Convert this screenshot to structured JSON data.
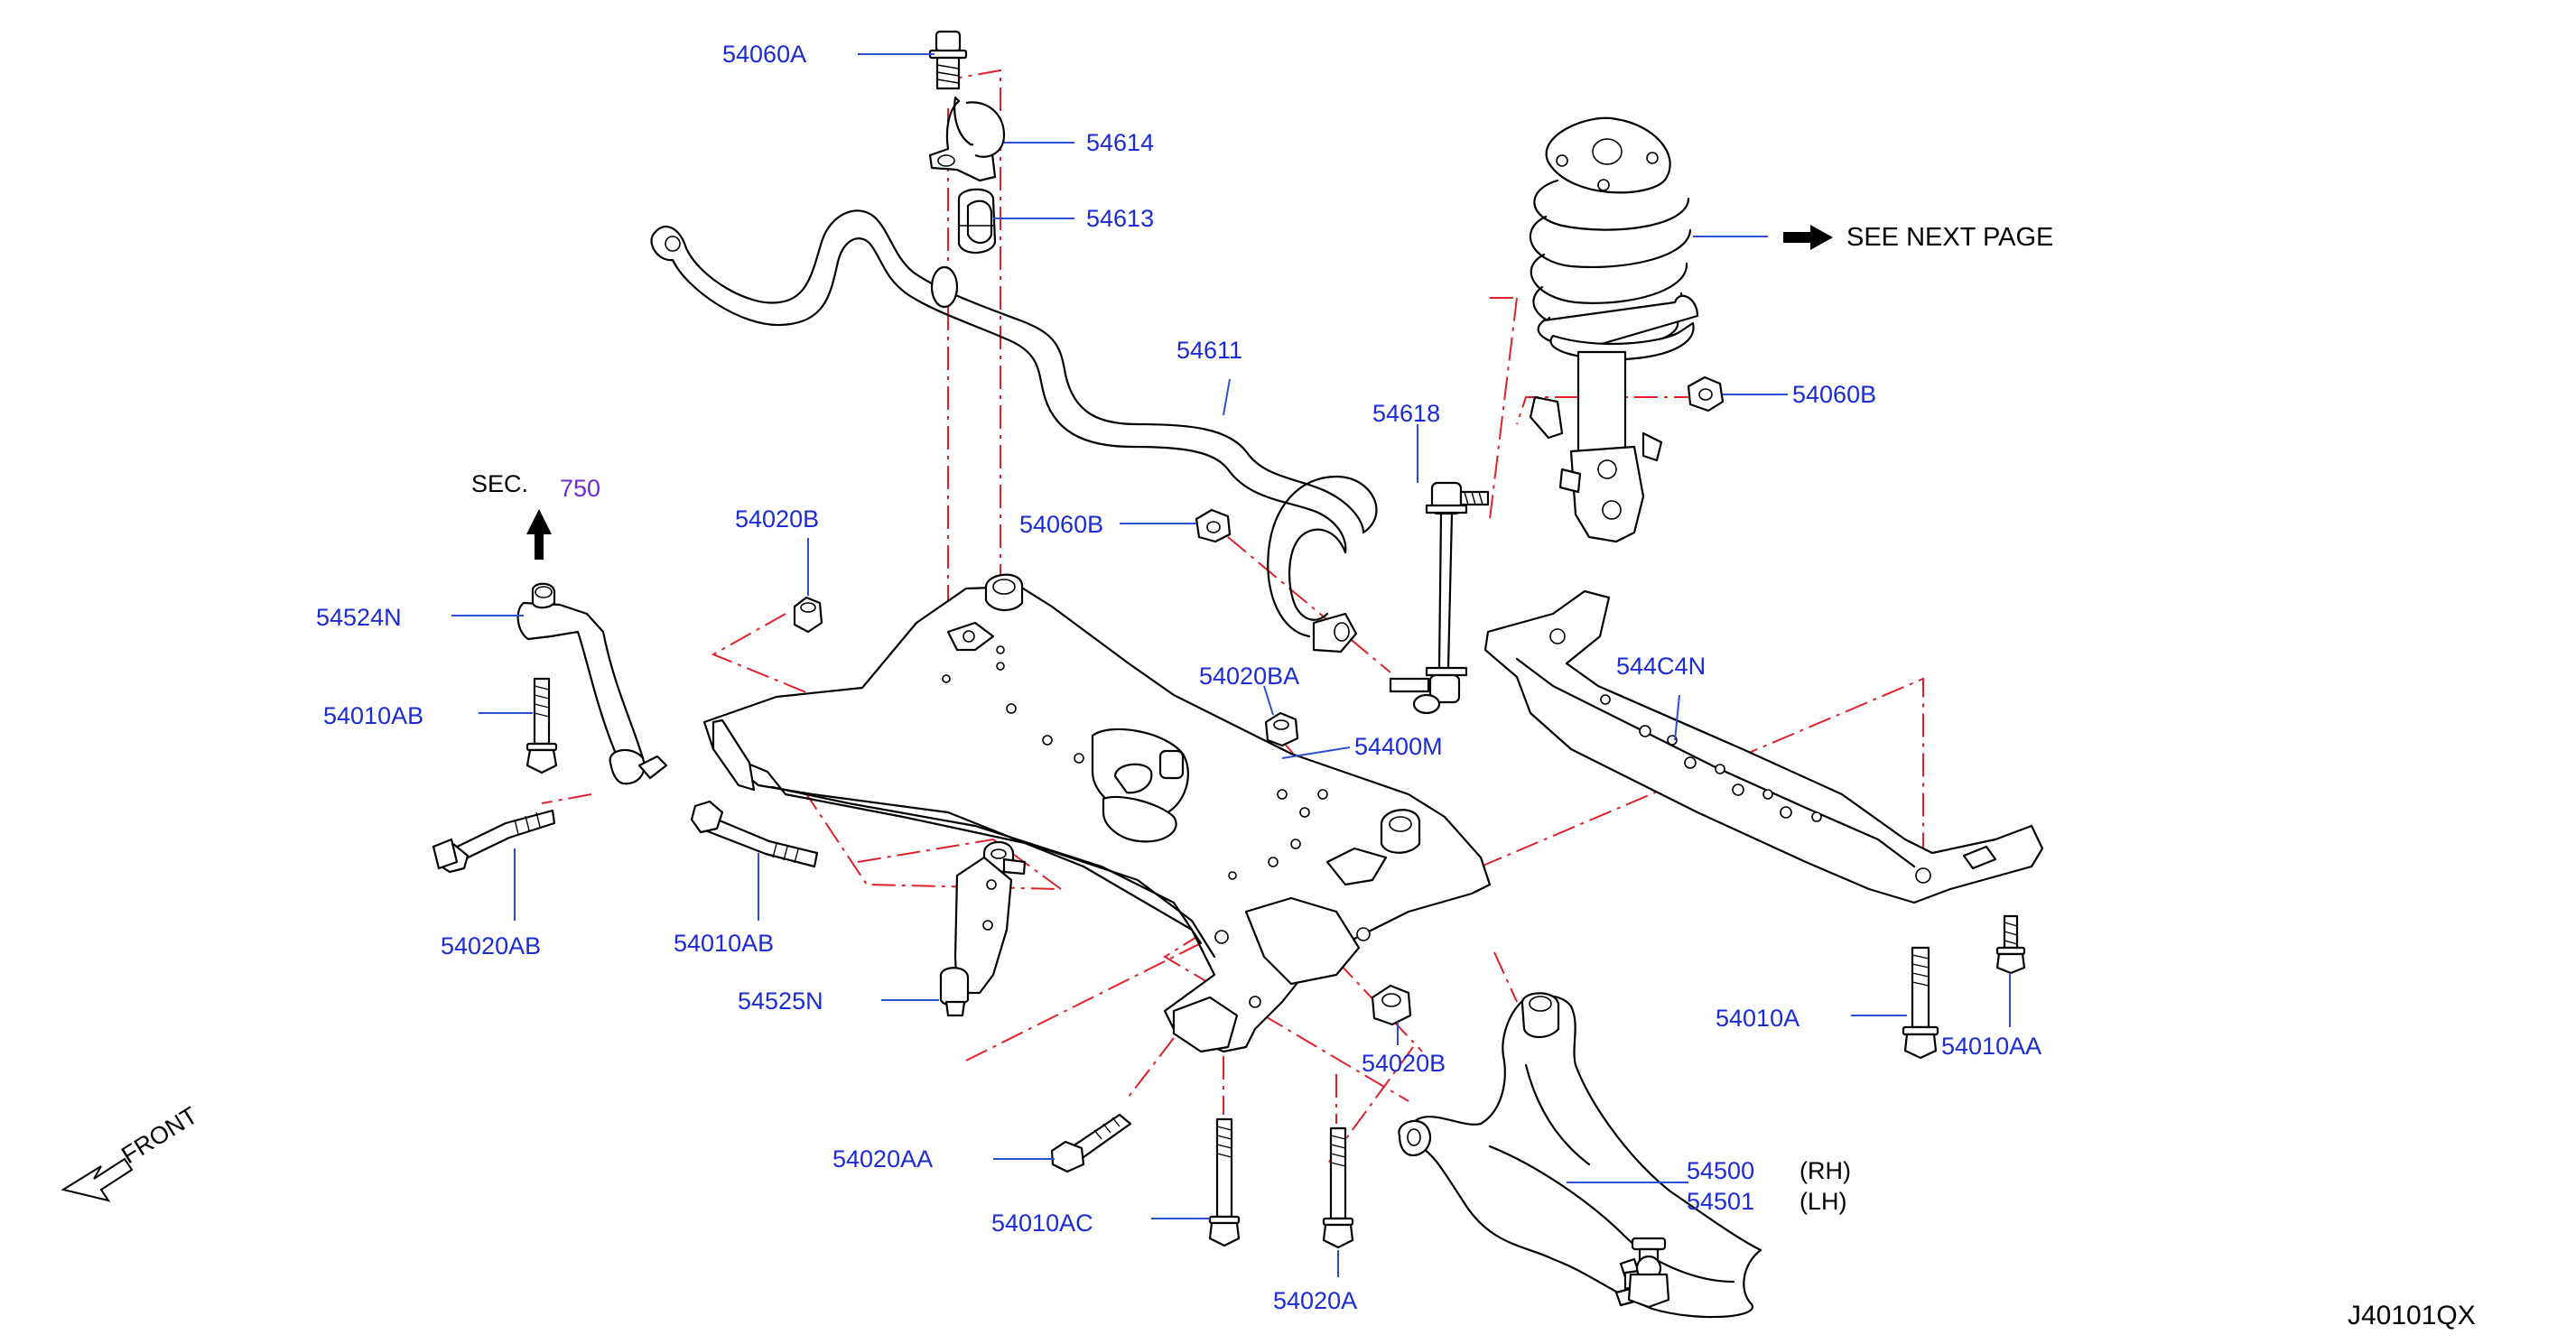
{
  "diagram": {
    "code": "J40101QX",
    "front_label": "FRONT",
    "see_next_page": "SEE  NEXT  PAGE",
    "sec_label": "SEC.",
    "sec_number": "750",
    "colors": {
      "part_number": "#1b2bd6",
      "sec_number": "#6b2bd8",
      "phantom_line": "#e0202a",
      "leader_line": "#2a4fd6",
      "outline": "#000000"
    },
    "labels": {
      "p54060A": "54060A",
      "p54614": "54614",
      "p54613": "54613",
      "p54611": "54611",
      "p54618": "54618",
      "p54060B_top": "54060B",
      "p54060B_mid": "54060B",
      "p54020B_top": "54020B",
      "p54524N": "54524N",
      "p54010AB_left": "54010AB",
      "p54020BA": "54020BA",
      "p54400M": "54400M",
      "p544C4N": "544C4N",
      "p54020AB": "54020AB",
      "p54010AB_mid": "54010AB",
      "p54525N": "54525N",
      "p54020B_low": "54020B",
      "p54010A": "54010A",
      "p54010AA": "54010AA",
      "p54020AA": "54020AA",
      "p54010AC": "54010AC",
      "p54020A": "54020A",
      "p54500": "54500",
      "p54501": "54501",
      "rh": "(RH)",
      "lh": "(LH)"
    }
  }
}
